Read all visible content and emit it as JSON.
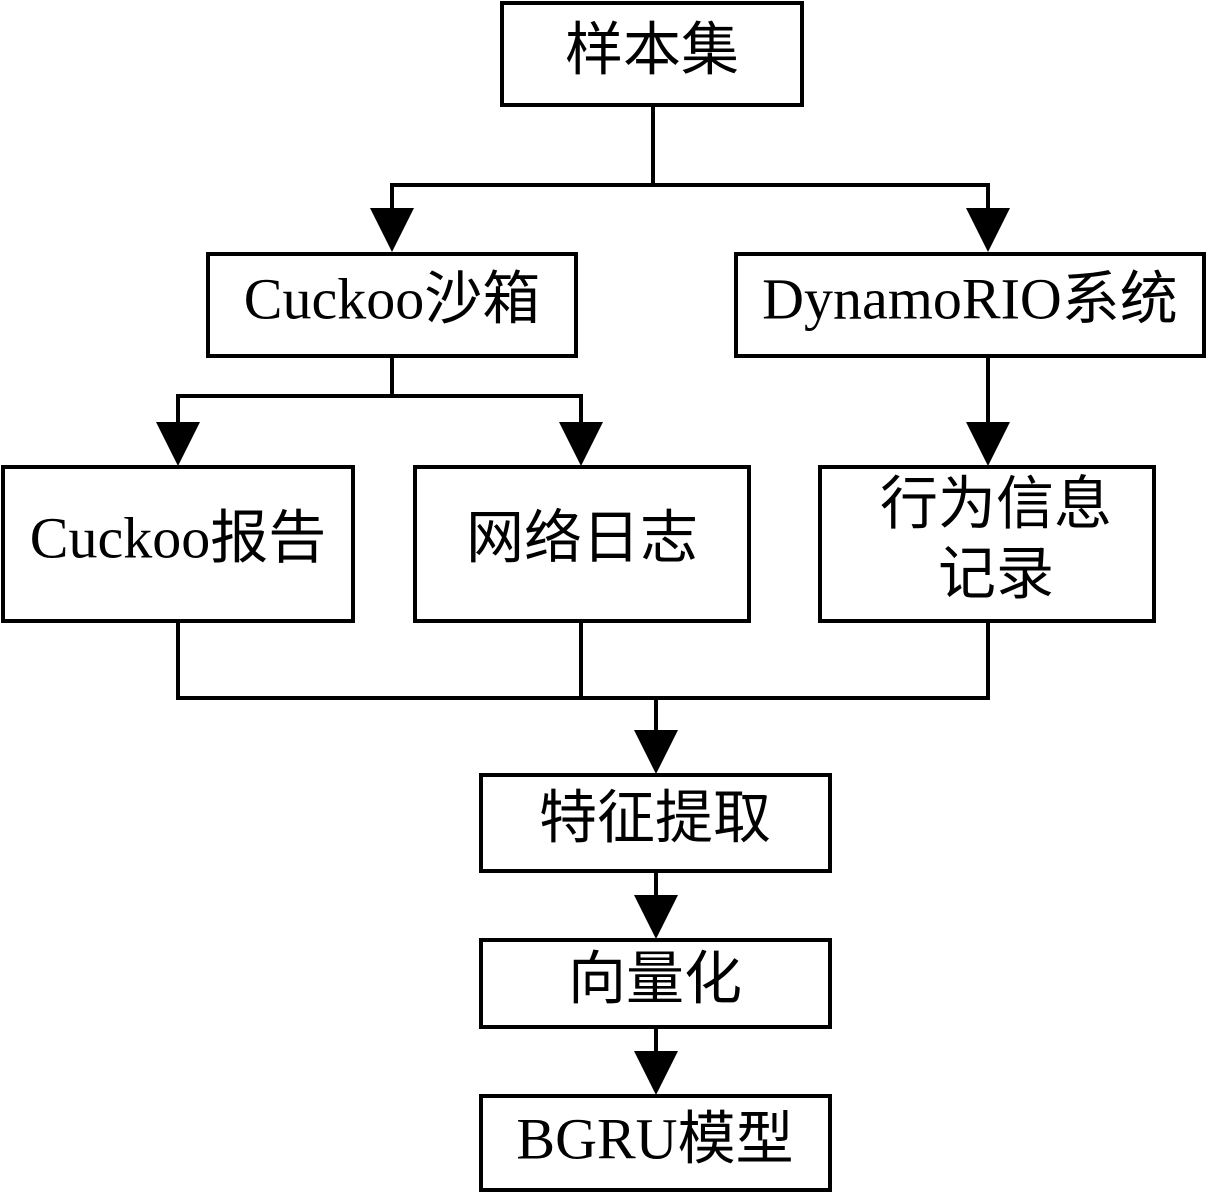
{
  "diagram": {
    "type": "flowchart",
    "nodes": {
      "sample_set": "样本集",
      "cuckoo_sandbox": "Cuckoo沙箱",
      "dynamorio_system": "DynamoRIO系统",
      "cuckoo_report": "Cuckoo报告",
      "network_log": "网络日志",
      "behavior_record_line1": "行为信息",
      "behavior_record_line2": "记录",
      "feature_extraction": "特征提取",
      "vectorization": "向量化",
      "bgru_model": "BGRU模型"
    },
    "edges": [
      [
        "样本集",
        "Cuckoo沙箱"
      ],
      [
        "样本集",
        "DynamoRIO系统"
      ],
      [
        "Cuckoo沙箱",
        "Cuckoo报告"
      ],
      [
        "Cuckoo沙箱",
        "网络日志"
      ],
      [
        "DynamoRIO系统",
        "行为信息记录"
      ],
      [
        "Cuckoo报告",
        "特征提取"
      ],
      [
        "网络日志",
        "特征提取"
      ],
      [
        "行为信息记录",
        "特征提取"
      ],
      [
        "特征提取",
        "向量化"
      ],
      [
        "向量化",
        "BGRU模型"
      ]
    ]
  }
}
